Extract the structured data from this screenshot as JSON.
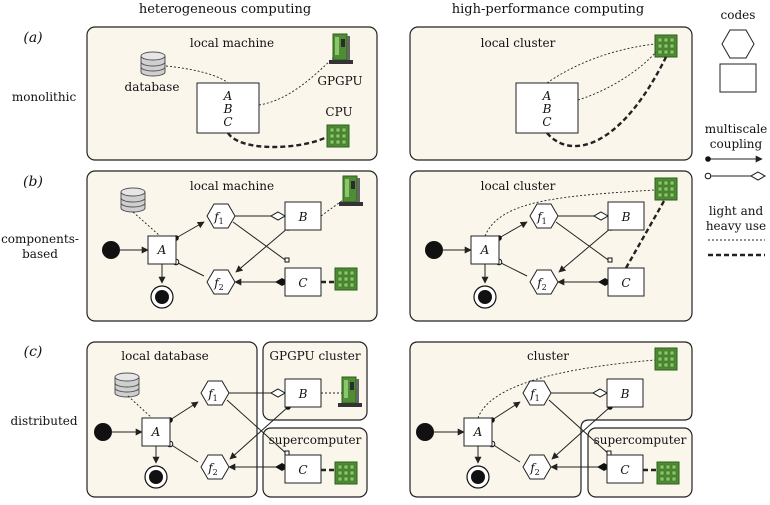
{
  "columns": {
    "heterogeneous": "heterogeneous computing",
    "hpc": "high-performance computing"
  },
  "rows": [
    {
      "tag": "(a)",
      "label": "monolithic"
    },
    {
      "tag": "(b)",
      "label_line1": "components-",
      "label_line2": "based"
    },
    {
      "tag": "(c)",
      "label": "distributed"
    }
  ],
  "panels": {
    "a_left_title": "local machine",
    "a_right_title": "local cluster",
    "b_left_title": "local machine",
    "b_right_title": "local cluster",
    "c_local_database": "local database",
    "c_gpgpu_cluster": "GPGPU cluster",
    "c_supercomputer_left": "supercomputer",
    "c_cluster": "cluster",
    "c_supercomputer_right": "supercomputer"
  },
  "labels": {
    "database": "database",
    "gpgpu": "GPGPU",
    "cpu": "CPU"
  },
  "nodes": {
    "A": "A",
    "B": "B",
    "C": "C",
    "f": "f",
    "sub1": "1",
    "sub2": "2"
  },
  "legend": {
    "codes": "codes",
    "multiscale_line1": "multiscale",
    "multiscale_line2": "coupling",
    "use_line1": "light and",
    "use_line2": "heavy use"
  },
  "colors": {
    "panel_fill": "#fbf6ec",
    "chip_green": "#4e8d34"
  }
}
